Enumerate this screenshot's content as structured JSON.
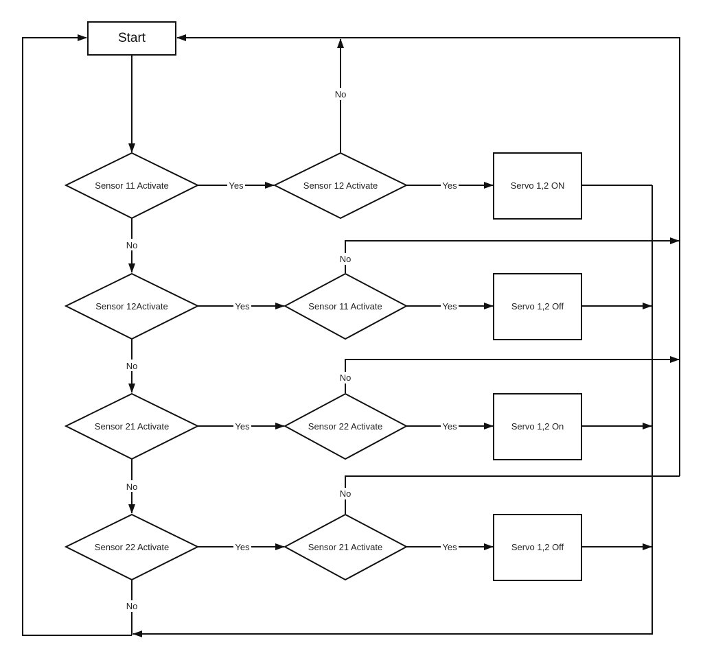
{
  "diagram": {
    "type": "flowchart",
    "colors": {
      "stroke": "#111111",
      "text": "#222222",
      "background": "#ffffff"
    },
    "nodes": {
      "start": {
        "label": "Start",
        "shape": "rectangle"
      },
      "d1a": {
        "label": "Sensor 11 Activate",
        "shape": "diamond"
      },
      "d1b": {
        "label": "Sensor 12 Activate",
        "shape": "diamond"
      },
      "p1": {
        "label": "Servo 1,2 ON",
        "shape": "rectangle"
      },
      "d2a": {
        "label": "Sensor 12Activate",
        "shape": "diamond"
      },
      "d2b": {
        "label": "Sensor 11 Activate",
        "shape": "diamond"
      },
      "p2": {
        "label": "Servo 1,2 Off",
        "shape": "rectangle"
      },
      "d3a": {
        "label": "Sensor 21 Activate",
        "shape": "diamond"
      },
      "d3b": {
        "label": "Sensor 22 Activate",
        "shape": "diamond"
      },
      "p3": {
        "label": "Servo 1,2 On",
        "shape": "rectangle"
      },
      "d4a": {
        "label": "Sensor 22 Activate",
        "shape": "diamond"
      },
      "d4b": {
        "label": "Sensor 21 Activate",
        "shape": "diamond"
      },
      "p4": {
        "label": "Servo 1,2 Off",
        "shape": "rectangle"
      }
    },
    "edges": [
      {
        "from": "start",
        "to": "d1a",
        "label": ""
      },
      {
        "from": "d1a",
        "to": "d1b",
        "label": "Yes"
      },
      {
        "from": "d1b",
        "to": "p1",
        "label": "Yes"
      },
      {
        "from": "d1b",
        "to": "start",
        "label": "No"
      },
      {
        "from": "d1a",
        "to": "d2a",
        "label": "No"
      },
      {
        "from": "d2a",
        "to": "d2b",
        "label": "Yes"
      },
      {
        "from": "d2b",
        "to": "p2",
        "label": "Yes"
      },
      {
        "from": "d2b",
        "to": "start",
        "label": "No"
      },
      {
        "from": "d2a",
        "to": "d3a",
        "label": "No"
      },
      {
        "from": "d3a",
        "to": "d3b",
        "label": "Yes"
      },
      {
        "from": "d3b",
        "to": "p3",
        "label": "Yes"
      },
      {
        "from": "d3b",
        "to": "start",
        "label": "No"
      },
      {
        "from": "d3a",
        "to": "d4a",
        "label": "No"
      },
      {
        "from": "d4a",
        "to": "d4b",
        "label": "Yes"
      },
      {
        "from": "d4b",
        "to": "p4",
        "label": "Yes"
      },
      {
        "from": "d4b",
        "to": "start",
        "label": "No"
      },
      {
        "from": "d4a",
        "to": "start",
        "label": "No"
      },
      {
        "from": "p1",
        "to": "start",
        "label": ""
      },
      {
        "from": "p2",
        "to": "start",
        "label": ""
      },
      {
        "from": "p3",
        "to": "start",
        "label": ""
      },
      {
        "from": "p4",
        "to": "start",
        "label": ""
      }
    ],
    "labels": {
      "yes": "Yes",
      "no": "No"
    }
  }
}
